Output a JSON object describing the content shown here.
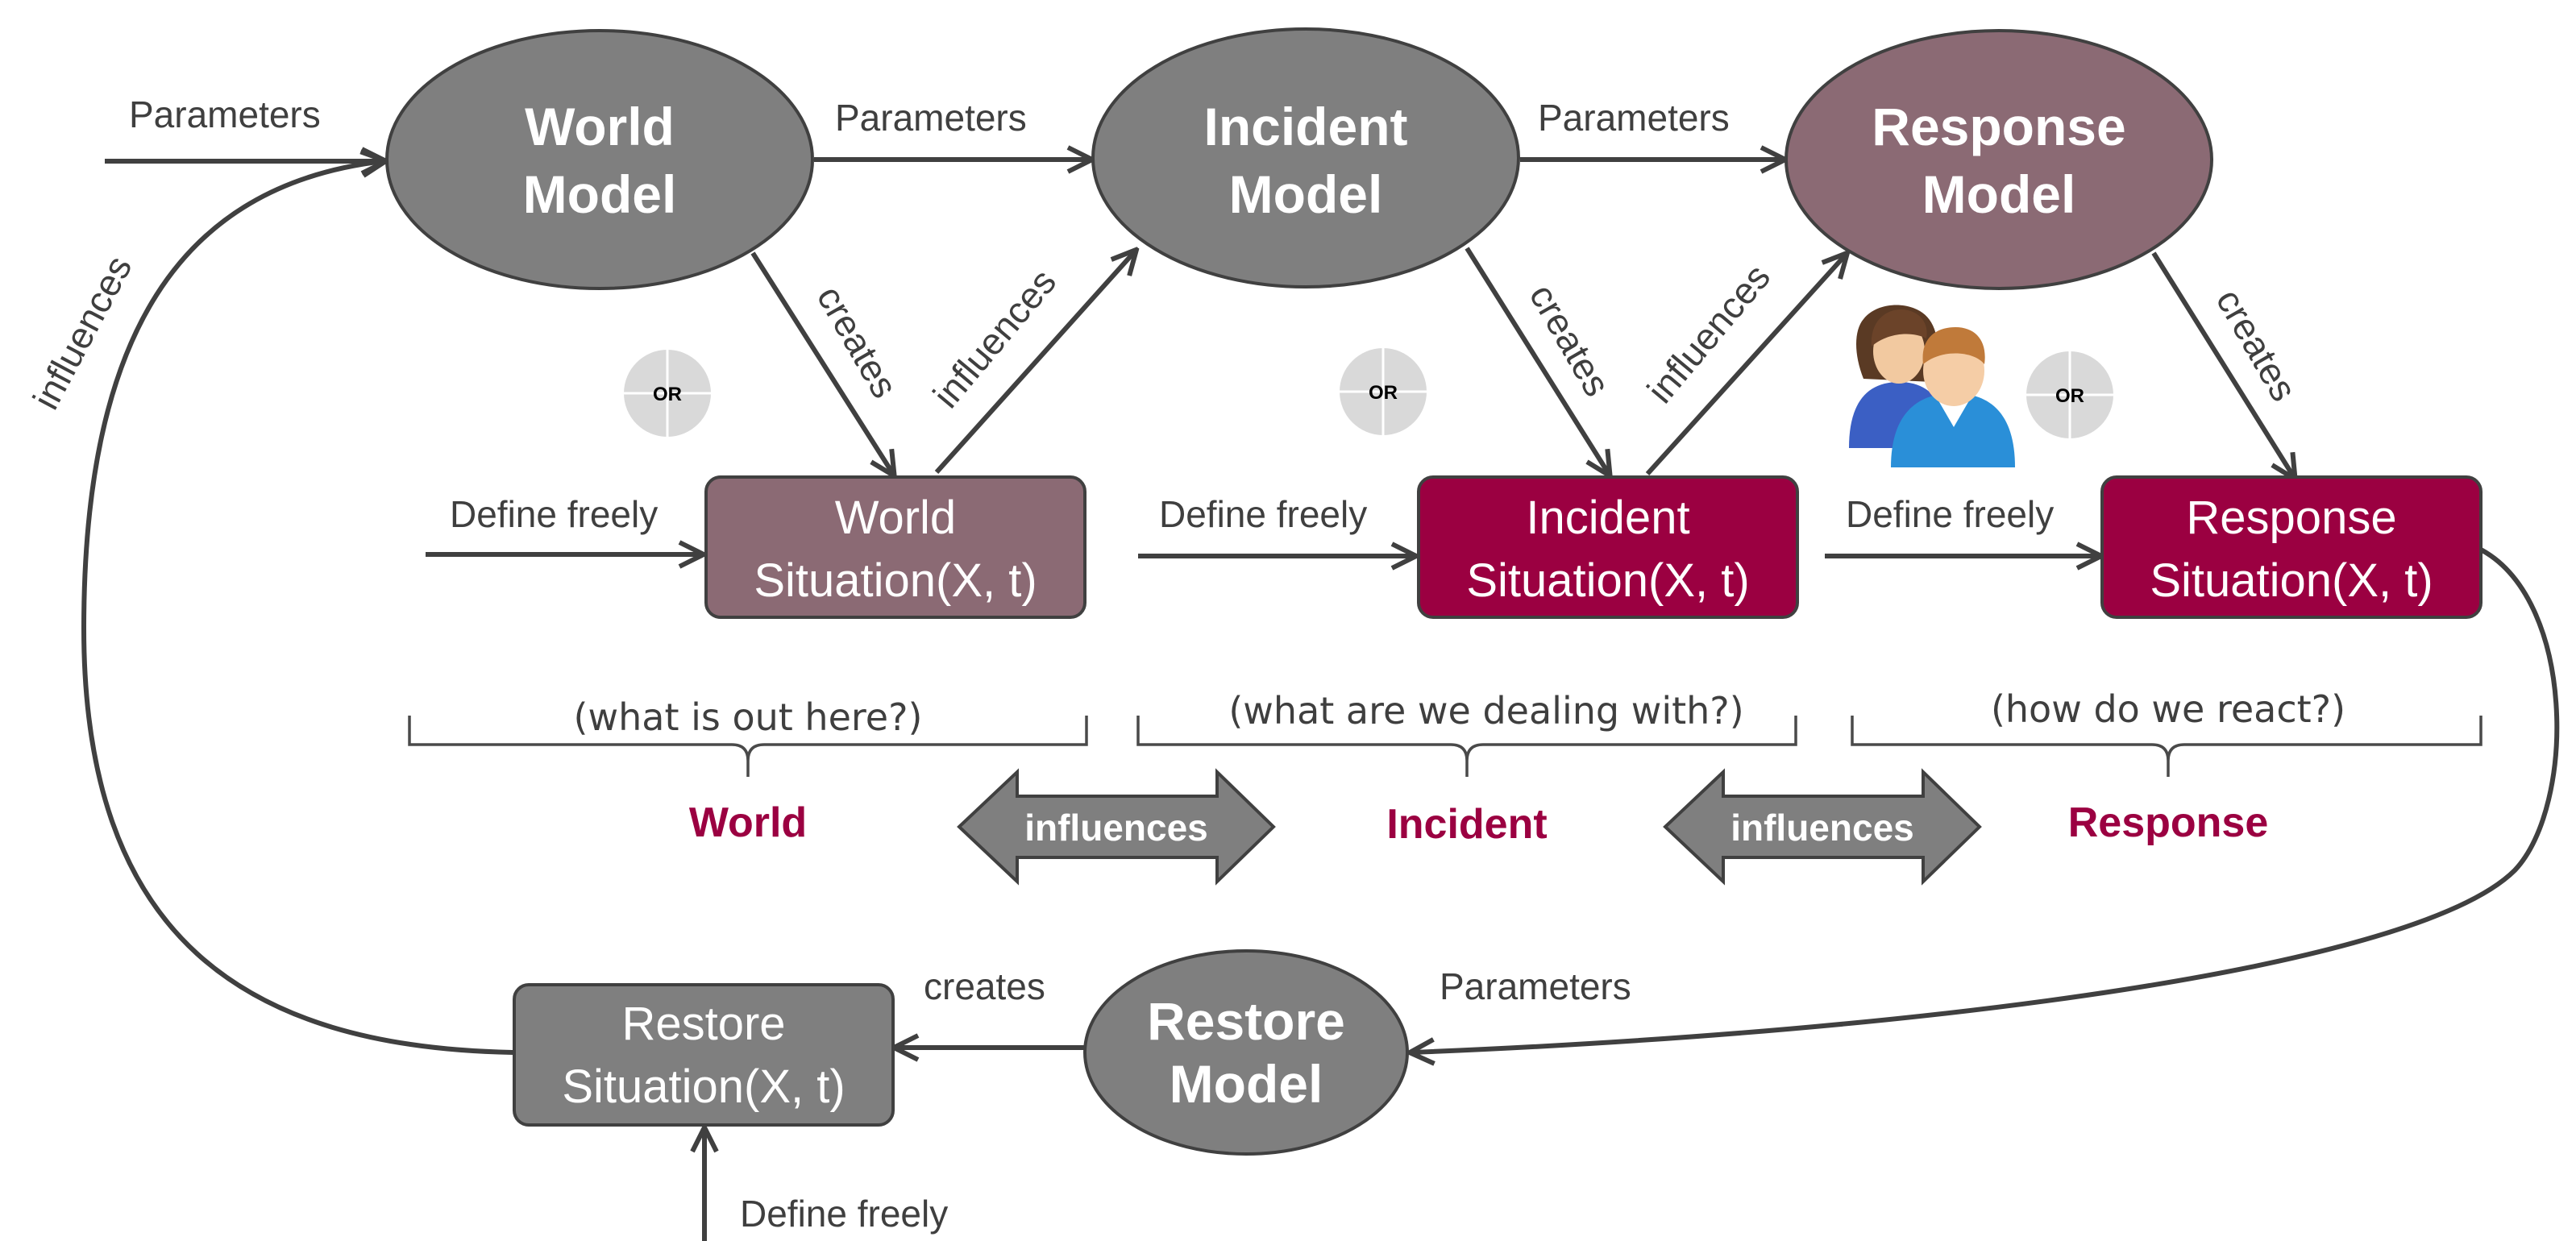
{
  "colors": {
    "model_gray": "#7f7f7f",
    "model_mauve": "#8b6a74",
    "box_mauve": "#8b6a74",
    "box_crimson": "#9b0041",
    "box_gray": "#7f7f7f",
    "outline": "#404040",
    "accent_text": "#9b0041",
    "or_badge": "#d9d9d9"
  },
  "models": {
    "world": [
      "World",
      "Model"
    ],
    "incident": [
      "Incident",
      "Model"
    ],
    "response": [
      "Response",
      "Model"
    ],
    "restore": [
      "Restore",
      "Model"
    ]
  },
  "situations": {
    "world": [
      "World",
      "Situation(X, t)"
    ],
    "incident": [
      "Incident",
      "Situation(X, t)"
    ],
    "response": [
      "Response",
      "Situation(X, t)"
    ],
    "restore": [
      "Restore",
      "Situation(X, t)"
    ]
  },
  "edge_labels": {
    "parameters": "Parameters",
    "creates": "creates",
    "influences": "influences",
    "define_freely": "Define freely"
  },
  "questions": {
    "world": "(what is out here?)",
    "incident": "(what are we dealing with?)",
    "response": "(how do we react?)"
  },
  "sections": {
    "world": "World",
    "incident": "Incident",
    "response": "Response"
  },
  "badges": {
    "or": "OR"
  },
  "icons": {
    "people": "people-icon"
  }
}
